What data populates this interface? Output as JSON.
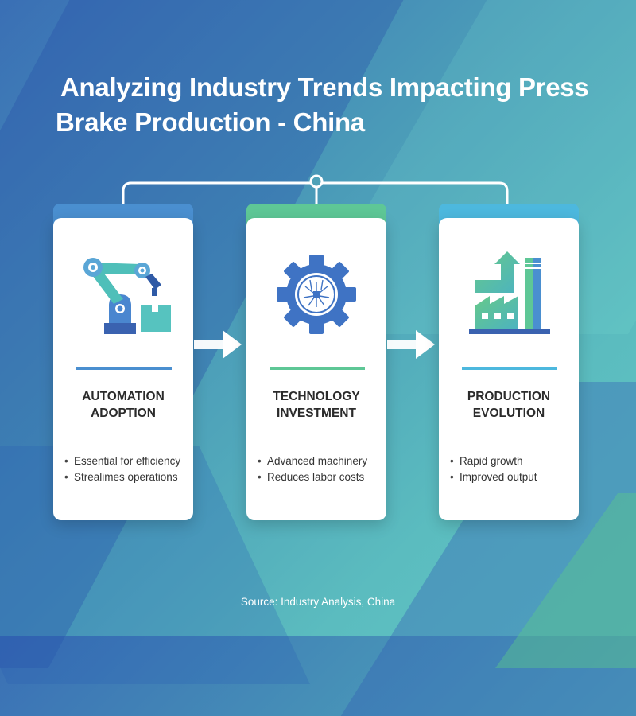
{
  "title": {
    "line1": "Analyzing Industry Trends Impacting Press",
    "line2": "Brake Production - China"
  },
  "colors": {
    "card1_accent": "#4a8fd0",
    "card2_accent": "#5ec796",
    "card3_accent": "#4db8de",
    "heading_text": "#2b2b2b",
    "background_start": "#3a6fb5",
    "background_end": "#5fc6c4"
  },
  "cards": [
    {
      "icon": "robotic-arm-icon",
      "heading_line1": "AUTOMATION",
      "heading_line2": "ADOPTION",
      "bullets": [
        "Essential for efficiency",
        "Strealimes operations"
      ]
    },
    {
      "icon": "gear-circuit-icon",
      "heading_line1": "TECHNOLOGY",
      "heading_line2": "INVESTMENT",
      "bullets": [
        "Advanced machinery",
        "Reduces labor costs"
      ]
    },
    {
      "icon": "factory-growth-icon",
      "heading_line1": "PRODUCTION",
      "heading_line2": "EVOLUTION",
      "bullets": [
        "Rapid growth",
        "Improved output"
      ]
    }
  ],
  "arrows": [
    "arrow-right-icon",
    "arrow-right-icon"
  ],
  "footer": {
    "source": "Source: Industry Analysis, China"
  }
}
